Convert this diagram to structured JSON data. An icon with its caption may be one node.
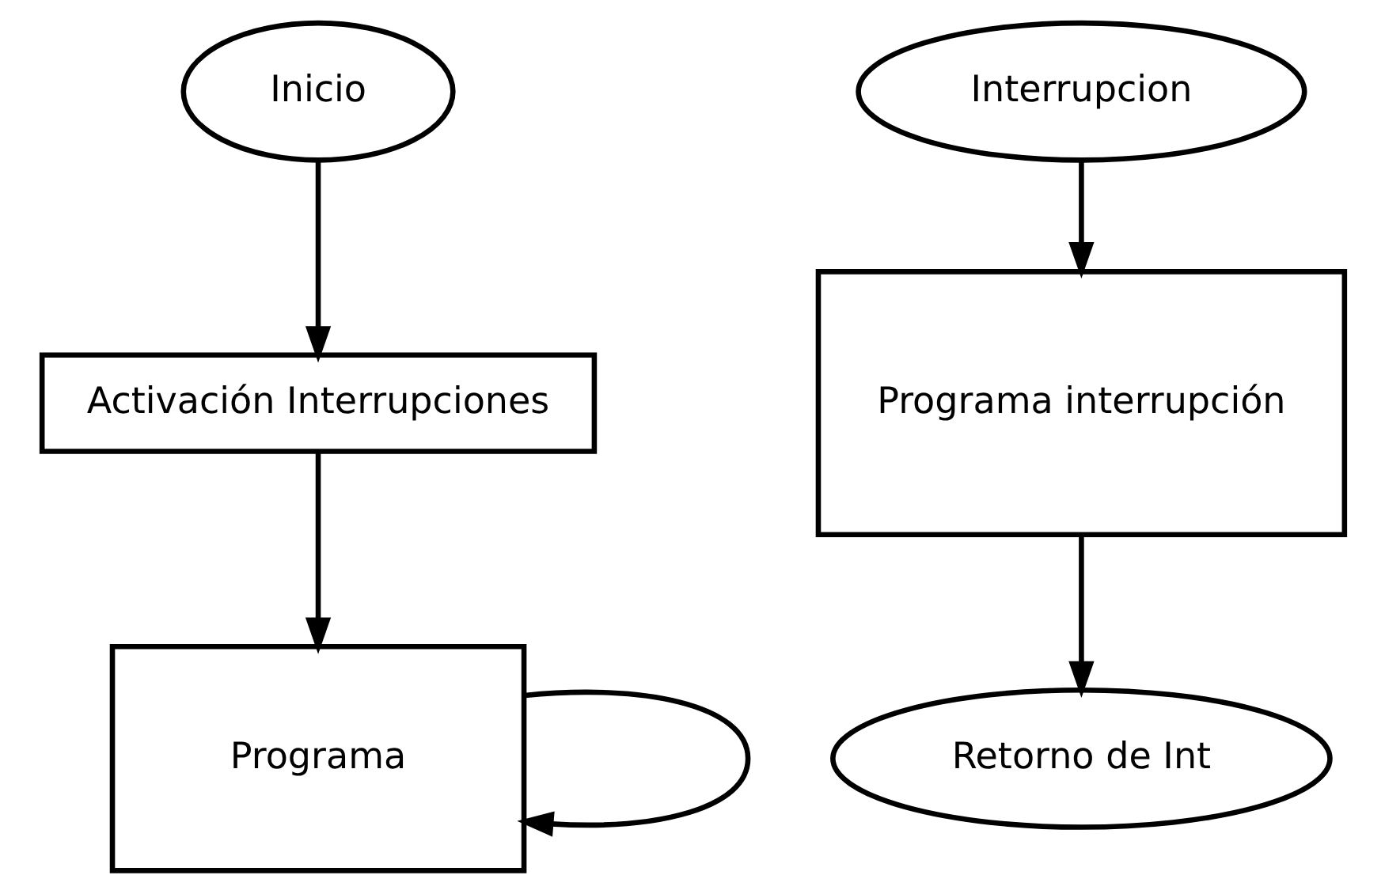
{
  "diagram": {
    "nodes": [
      {
        "text": [
          "Inicio"
        ]
      },
      {
        "text": [
          "Activación Interrupciones"
        ]
      },
      {
        "text": [
          "Programa"
        ]
      },
      {
        "text": [
          "Interrupcion"
        ]
      },
      {
        "text": [
          "Programa interrupción"
        ]
      },
      {
        "text": [
          "Retorno de Int"
        ]
      }
    ],
    "edges": [
      {
        "from": 0,
        "to": 1,
        "arrow": "to"
      },
      {
        "from": 1,
        "to": 2,
        "arrow": "to"
      },
      {
        "from": 2,
        "to": 2,
        "arrow": "to"
      },
      {
        "from": 3,
        "to": 4,
        "arrow": "to"
      },
      {
        "from": 4,
        "to": 5,
        "arrow": "to"
      }
    ]
  }
}
